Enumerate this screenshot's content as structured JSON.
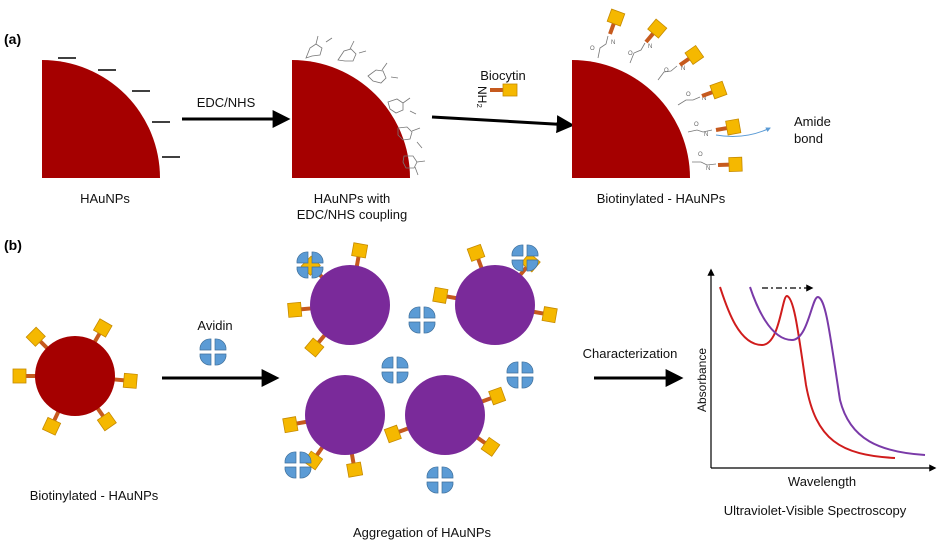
{
  "panel_a": {
    "panel_label": "(a)",
    "step1": {
      "label": "HAuNPs",
      "charge_marks": [
        "–",
        "–",
        "–",
        "–",
        "–"
      ]
    },
    "arrow1_label": "EDC/NHS",
    "step2": {
      "label_line1": "HAuNPs with",
      "label_line2": "EDC/NHS coupling"
    },
    "arrow2": {
      "label": "Biocytin",
      "group": "NH₂"
    },
    "step3": {
      "label": "Biotinylated - HAuNPs",
      "annotation_line1": "Amide",
      "annotation_line2": "bond"
    }
  },
  "panel_b": {
    "panel_label": "(b)",
    "nanoparticle_label": "Biotinylated - HAuNPs",
    "arrow1_label": "Avidin",
    "aggregate_label": "Aggregation of HAuNPs",
    "arrow2_label": "Characterization",
    "spectrum": {
      "xlabel": "Wavelength",
      "ylabel": "Absorbance",
      "caption": "Ultraviolet-Visible Spectroscopy"
    }
  },
  "colors": {
    "gold_np": "#a50000",
    "aggregate_np": "#7a2a9a",
    "biotin_tag": "#f5b800",
    "linker": "#c65a1e",
    "avidin": "#5b9bd5",
    "spectrum_red": "#d01c1c",
    "spectrum_purple": "#7a3aa8"
  }
}
